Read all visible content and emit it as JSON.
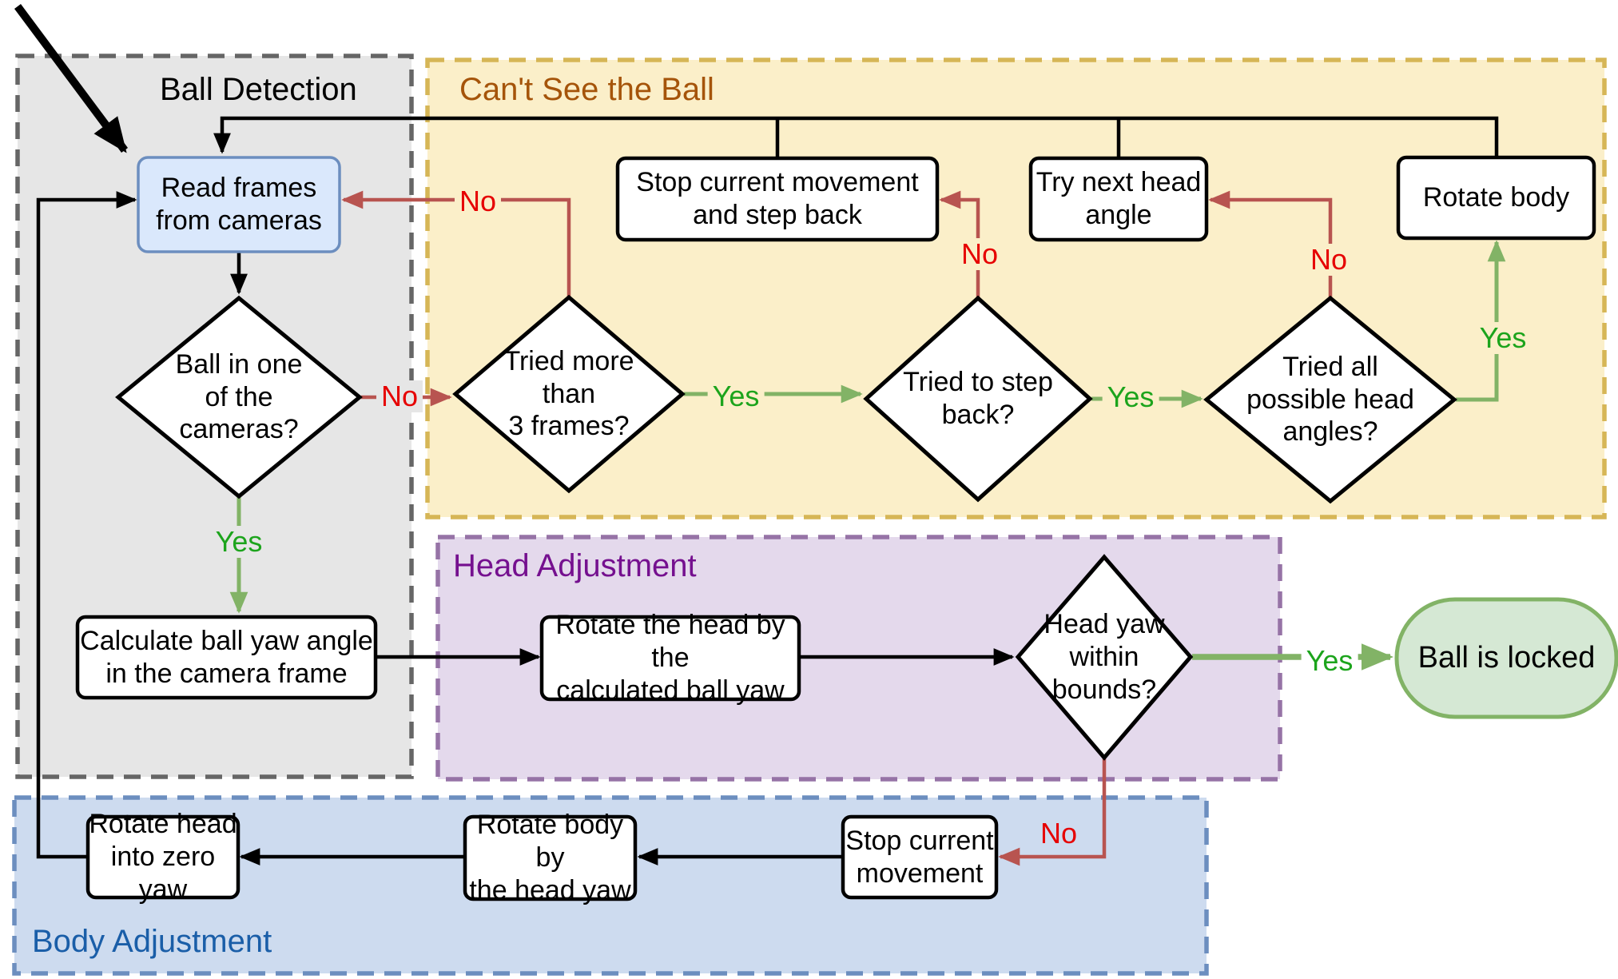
{
  "diagram": {
    "regions": {
      "ball_detection": {
        "title": "Ball Detection",
        "fill": "#E6E6E6",
        "border": "#666666",
        "title_color": "#000000"
      },
      "cant_see_ball": {
        "title": "Can't See the Ball",
        "fill": "#FBEFC9",
        "border": "#D6B656",
        "title_color": "#A5540A"
      },
      "head_adjustment": {
        "title": "Head Adjustment",
        "fill": "#E4D9EC",
        "border": "#9673A6",
        "title_color": "#75108F"
      },
      "body_adjustment": {
        "title": "Body Adjustment",
        "fill": "#CDDBEF",
        "border": "#6C8EBF",
        "title_color": "#1A5EA8"
      }
    },
    "nodes": {
      "read_frames": "Read frames\nfrom cameras",
      "ball_in_cameras": "Ball in one\nof the\ncameras?",
      "tried_3_frames": "Tried more\nthan\n3 frames?",
      "tried_step_back": "Tried to step\nback?",
      "tried_all_angles": "Tried all\npossible head\nangles?",
      "stop_step_back": "Stop current movement\nand step back",
      "try_next_head": "Try next head\nangle",
      "rotate_body": "Rotate body",
      "calc_ball_yaw": "Calculate ball yaw angle\nin the camera frame",
      "rotate_head_by": "Rotate the head by the\ncalculated ball yaw",
      "head_yaw_bounds": "Head yaw\nwithin\nbounds?",
      "ball_locked": "Ball is locked",
      "stop_current": "Stop current\nmovement",
      "rotate_body_by": "Rotate body by\nthe head yaw",
      "rotate_head_zero": "Rotate head\ninto zero yaw"
    },
    "edges": {
      "ball_no": "No",
      "ball_yes": "Yes",
      "frames_no": "No",
      "frames_yes": "Yes",
      "step_no": "No",
      "step_yes": "Yes",
      "angles_no": "No",
      "angles_yes": "Yes",
      "bounds_no": "No",
      "bounds_yes": "Yes"
    },
    "colors": {
      "flow_black": "#000000",
      "flow_red": "#B85450",
      "flow_green": "#82B366",
      "label_red": "#E60000",
      "label_green": "#1CA41C",
      "start_box_fill": "#DAE8FC",
      "start_box_border": "#6C8EBF",
      "end_box_fill": "#D5E8D4",
      "end_box_border": "#82B366"
    }
  }
}
